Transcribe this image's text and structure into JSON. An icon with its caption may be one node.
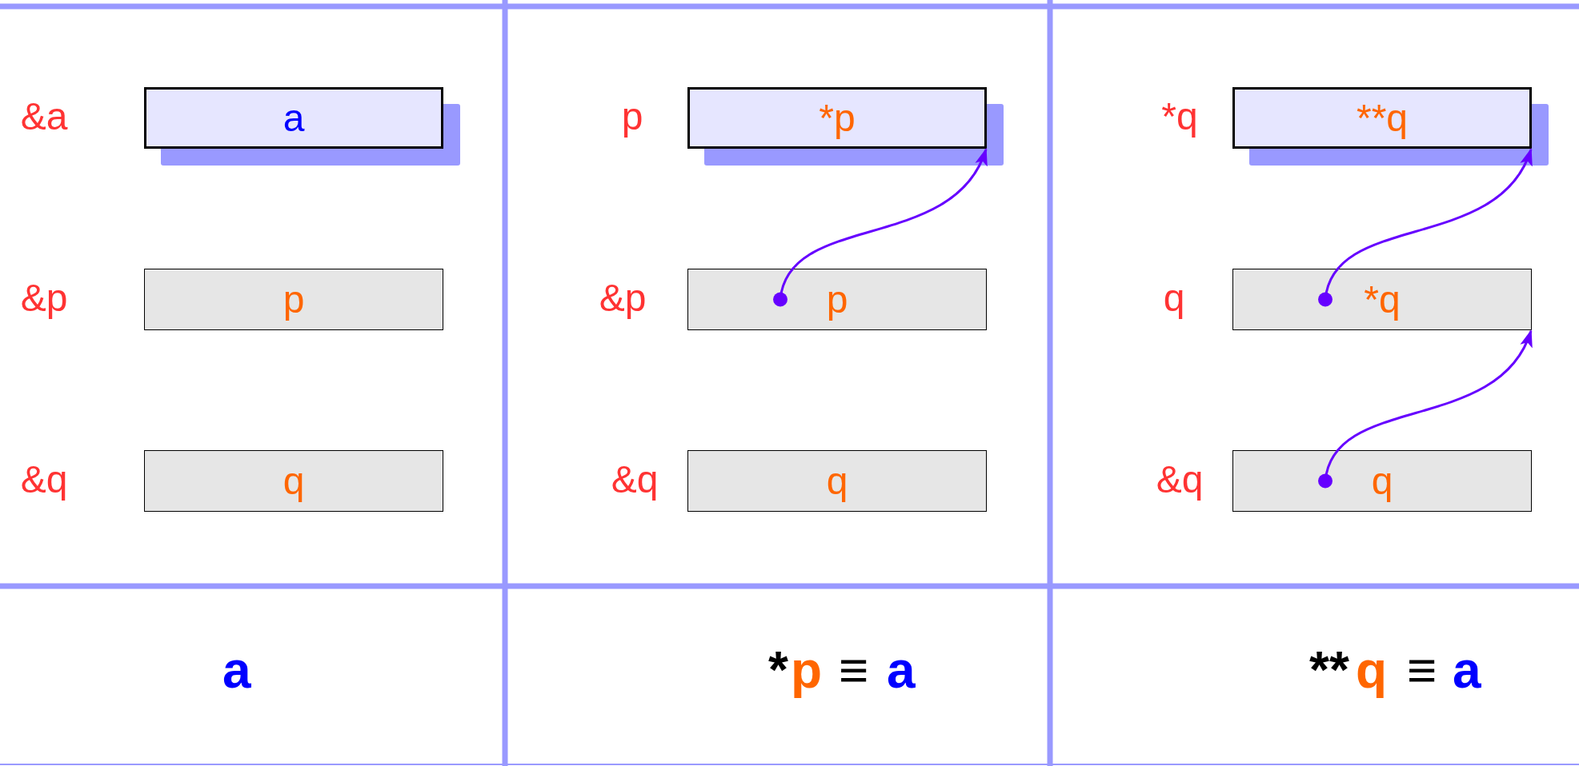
{
  "diagram": {
    "nodes": [
      {
        "text": [
          "a"
        ],
        "beside": [
          "&a"
        ]
      },
      {
        "text": [
          "p"
        ],
        "beside": [
          "&p"
        ]
      },
      {
        "text": [
          "q"
        ],
        "beside": [
          "&q"
        ]
      },
      {
        "text": [
          "*p"
        ],
        "beside": [
          "p"
        ]
      },
      {
        "text": [
          "p"
        ],
        "beside": [
          "&p"
        ]
      },
      {
        "text": [
          "q"
        ],
        "beside": [
          "&q"
        ]
      },
      {
        "text": [
          "**q"
        ],
        "beside": [
          "*q"
        ]
      },
      {
        "text": [
          "*q"
        ],
        "beside": [
          "q"
        ]
      },
      {
        "text": [
          "q"
        ],
        "beside": [
          "&q"
        ]
      }
    ],
    "edges": [
      {
        "from": 4,
        "to": 3,
        "arrow": "to"
      },
      {
        "from": 7,
        "to": 6,
        "arrow": "to"
      },
      {
        "from": 8,
        "to": 7,
        "arrow": "to"
      }
    ],
    "labels": [
      "a",
      "*",
      "p",
      "≡",
      "a",
      "**",
      "q",
      "≡",
      "a"
    ]
  }
}
